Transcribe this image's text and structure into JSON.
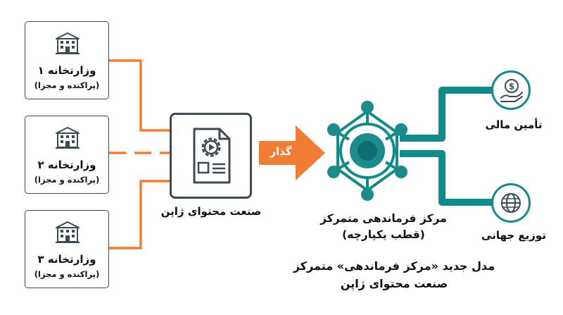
{
  "ministries": [
    {
      "name": "وزارتخانه ۱",
      "note": "(پراکنده و مجزا)"
    },
    {
      "name": "وزارتخانه ۲",
      "note": "(پراکنده و مجزا)"
    },
    {
      "name": "وزارتخانه ۳",
      "note": "(پراکنده و مجزا)"
    }
  ],
  "content_industry": {
    "label": "صنعت محتوای ژاپن",
    "icon": "document-gear-icon"
  },
  "transition": {
    "label": "گذار"
  },
  "hub": {
    "title": "مرکز فرماندهی متمرکز",
    "subtitle": "(قطب یکپارچه)",
    "icon": "network-hub-icon"
  },
  "outputs": [
    {
      "label": "تأمین مالی",
      "icon": "money-hand-icon"
    },
    {
      "label": "توزیع جهانی",
      "icon": "globe-icon"
    }
  ],
  "caption": {
    "line1": "مدل جدید «مرکز فرماندهی» متمرکز",
    "line2": "صنعت محتوای ژاپن"
  },
  "colors": {
    "orange": "#f07d33",
    "teal": "#138a8a",
    "dark": "#3c4a52",
    "hub_fill": "#1b8b8c"
  }
}
